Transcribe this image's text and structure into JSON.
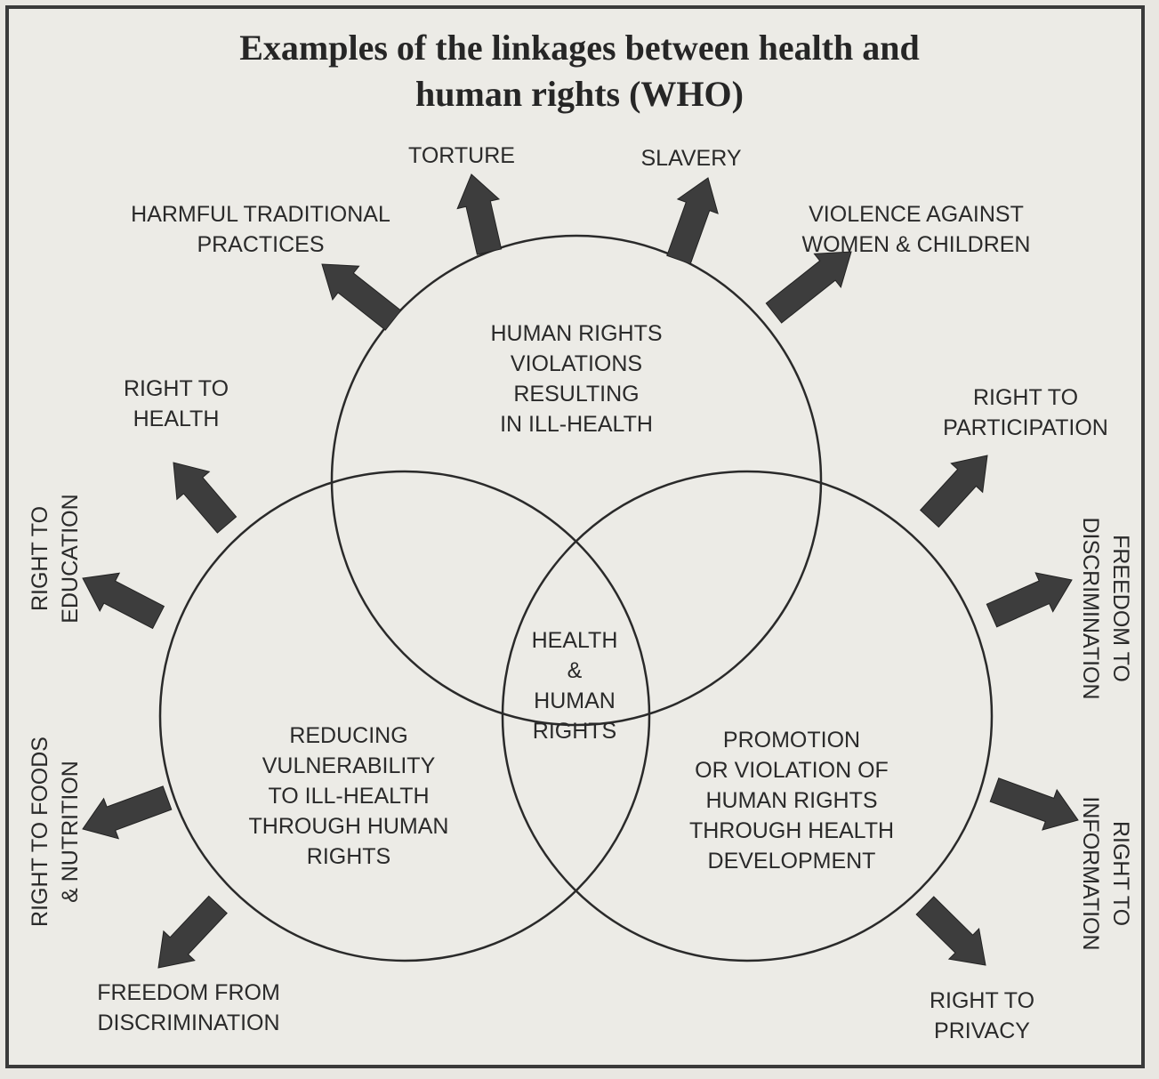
{
  "title": {
    "line1": "Examples of the linkages between health and",
    "line2": "human rights (WHO)"
  },
  "circles": {
    "top": [
      "HUMAN RIGHTS",
      "VIOLATIONS",
      "RESULTING",
      "IN ILL-HEALTH"
    ],
    "left": [
      "REDUCING",
      "VULNERABILITY",
      "TO ILL-HEALTH",
      "THROUGH HUMAN",
      "RIGHTS"
    ],
    "right": [
      "PROMOTION",
      "OR VIOLATION OF",
      "HUMAN RIGHTS",
      "THROUGH HEALTH",
      "DEVELOPMENT"
    ],
    "center": [
      "HEALTH",
      "&",
      "HUMAN",
      "RIGHTS"
    ]
  },
  "outer": {
    "torture": [
      "TORTURE"
    ],
    "slavery": [
      "SLAVERY"
    ],
    "harmful_practices": [
      "HARMFUL TRADITIONAL",
      "PRACTICES"
    ],
    "violence": [
      "VIOLENCE AGAINST",
      "WOMEN & CHILDREN"
    ],
    "right_to_health": [
      "RIGHT TO",
      "HEALTH"
    ],
    "right_to_participation": [
      "RIGHT TO",
      "PARTICIPATION"
    ],
    "right_to_education": [
      "RIGHT TO",
      "EDUCATION"
    ],
    "freedom_to_information": [
      "FREEDOM TO",
      "DISCRIMINATION"
    ],
    "right_to_foods": [
      "RIGHT TO FOODS",
      "& NUTRITION"
    ],
    "right_to_information": [
      "RIGHT TO",
      "INFORMATION"
    ],
    "freedom_from_discrimination": [
      "FREEDOM FROM",
      "DISCRIMINATION"
    ],
    "right_to_privacy": [
      "RIGHT TO",
      "PRIVACY"
    ]
  },
  "colors": {
    "ink": "#2a2a2a",
    "arrow": "#3d3d3d",
    "background": "#ecebe6"
  }
}
